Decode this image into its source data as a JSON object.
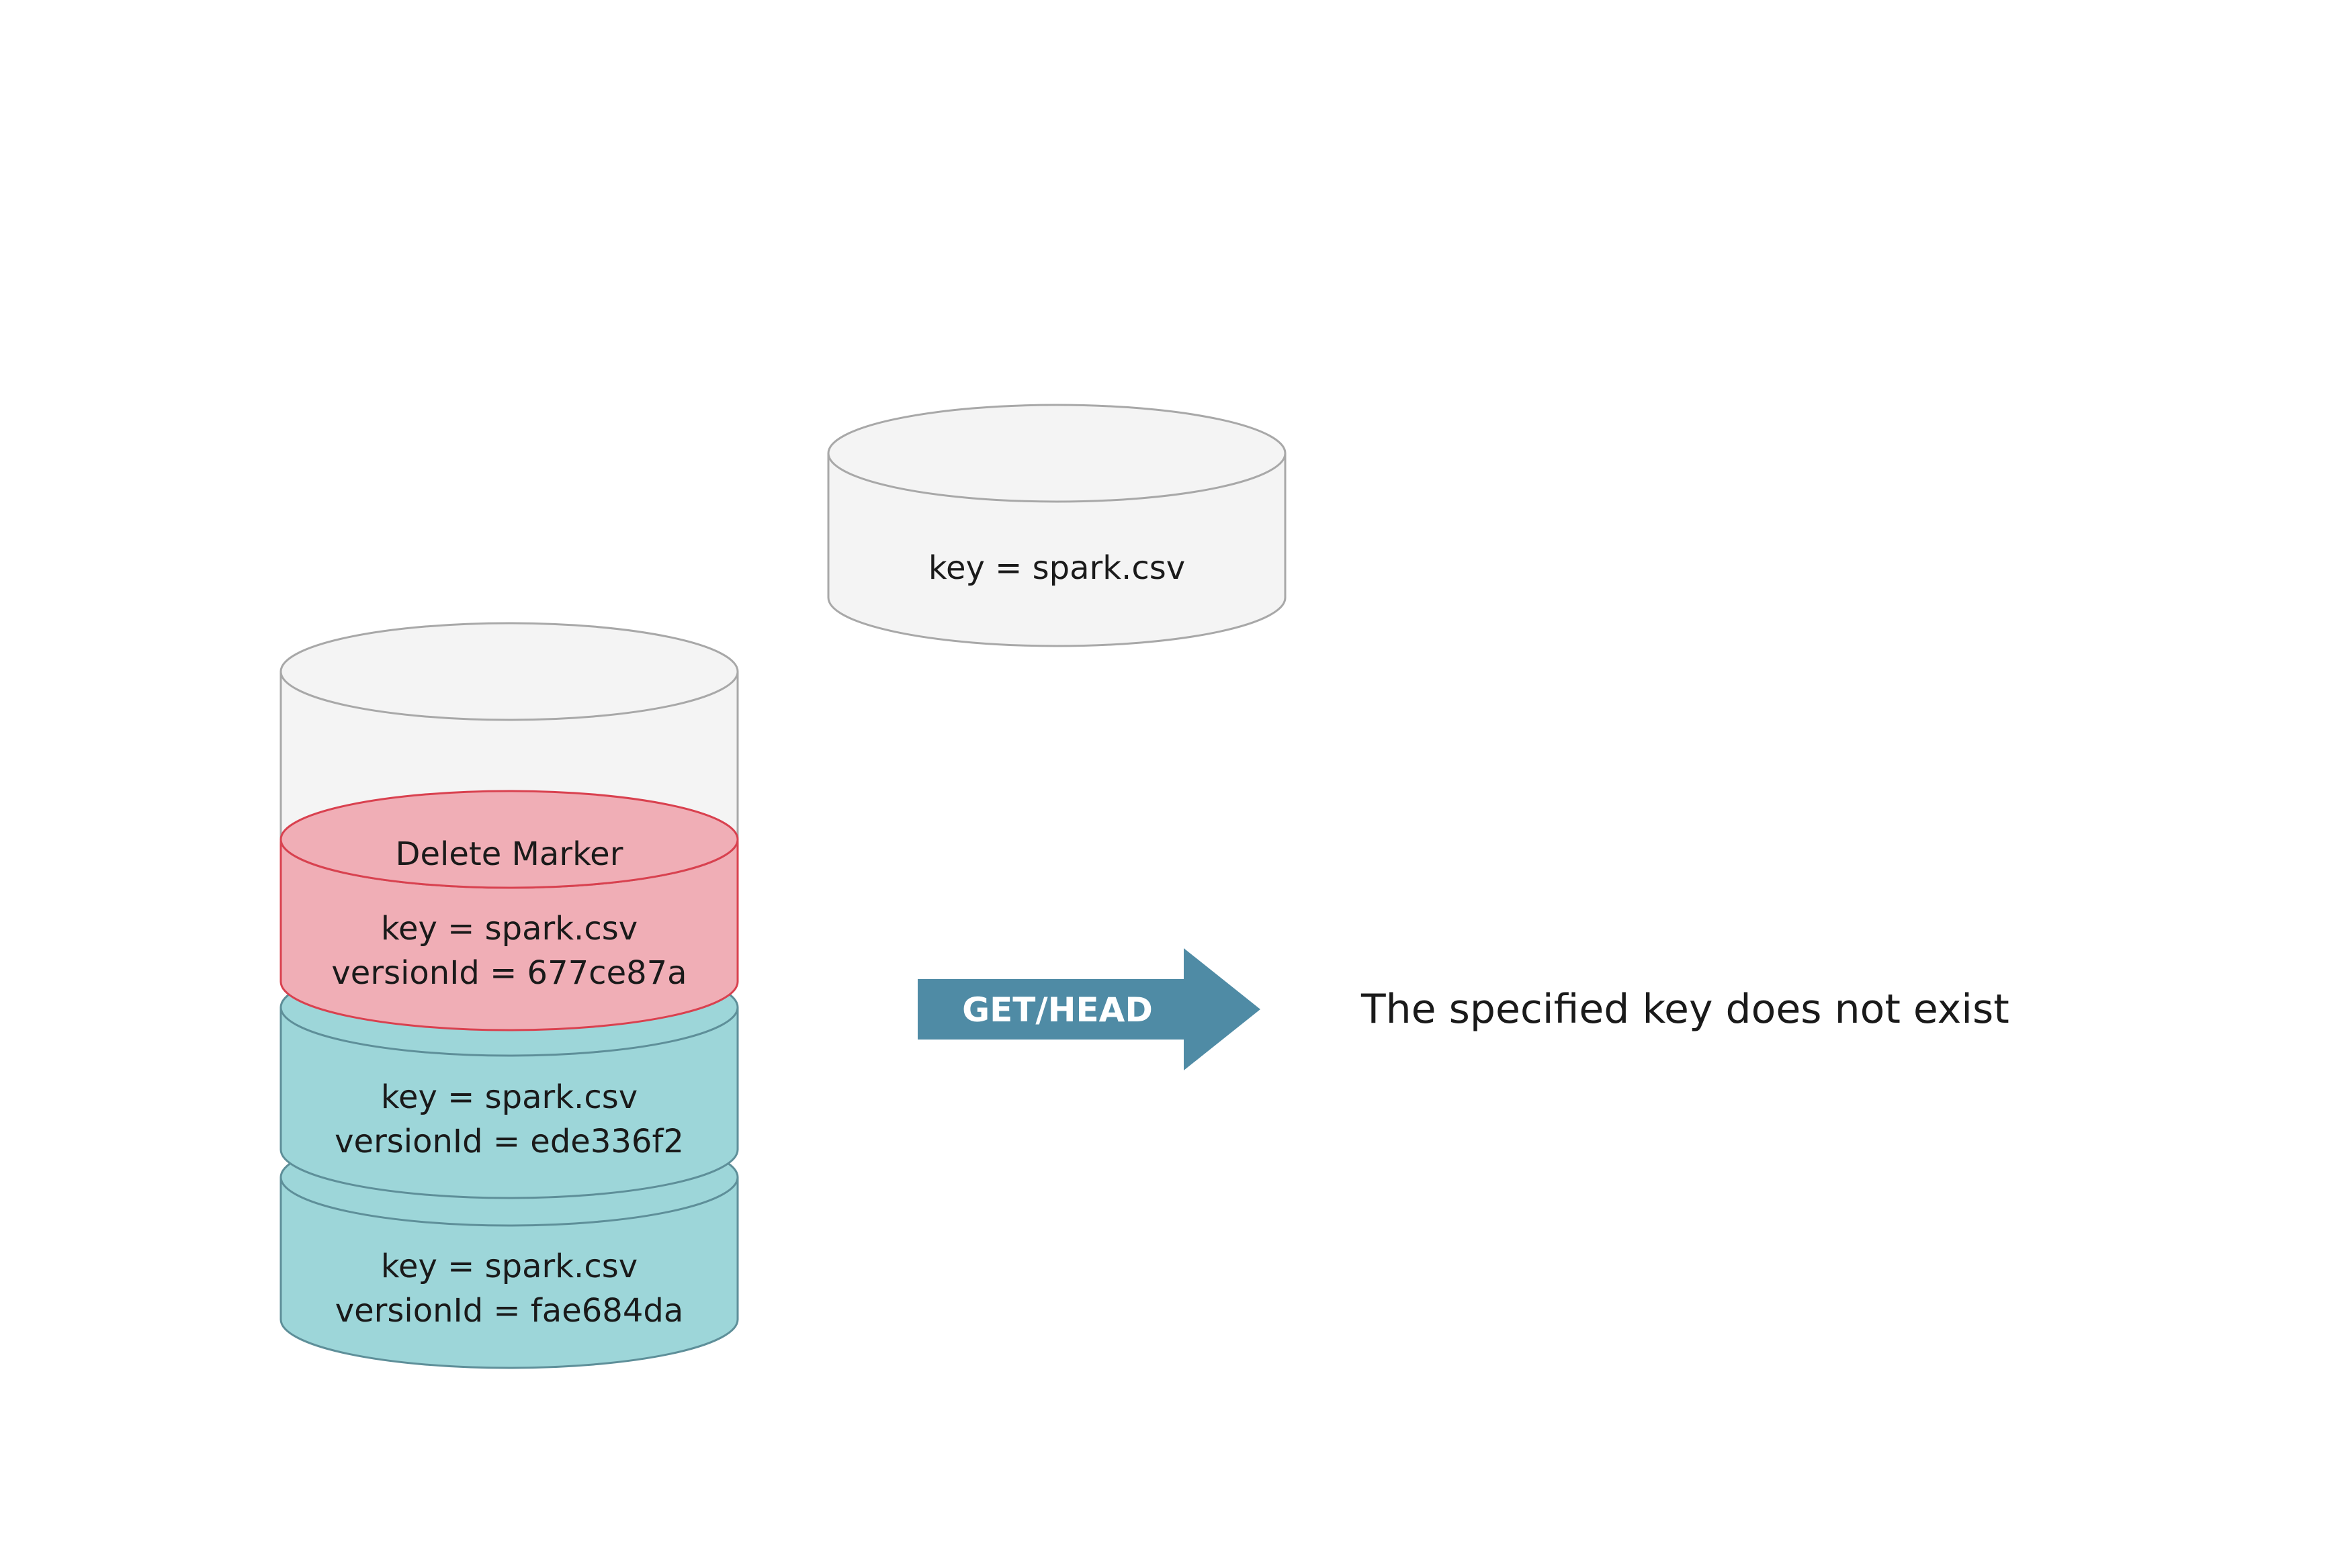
{
  "standalone_object": {
    "key_label": "key = spark.csv"
  },
  "version_stack": {
    "delete_marker": {
      "title": "Delete Marker",
      "key_label": "key = spark.csv",
      "version_label": "versionId = 677ce87a"
    },
    "version_2": {
      "key_label": "key = spark.csv",
      "version_label": "versionId = ede336f2"
    },
    "version_1": {
      "key_label": "key = spark.csv",
      "version_label": "versionId = fae684da"
    }
  },
  "request": {
    "label": "GET/HEAD"
  },
  "result": {
    "message": "The specified key does not exist"
  },
  "colors": {
    "grey_fill": "#f4f4f4",
    "grey_stroke": "#a8a8a8",
    "red_fill": "#f0aeb6",
    "red_stroke": "#d9414f",
    "teal_fill": "#9dd6d9",
    "teal_stroke": "#5e8f99",
    "arrow_fill": "#4f8ba5"
  }
}
